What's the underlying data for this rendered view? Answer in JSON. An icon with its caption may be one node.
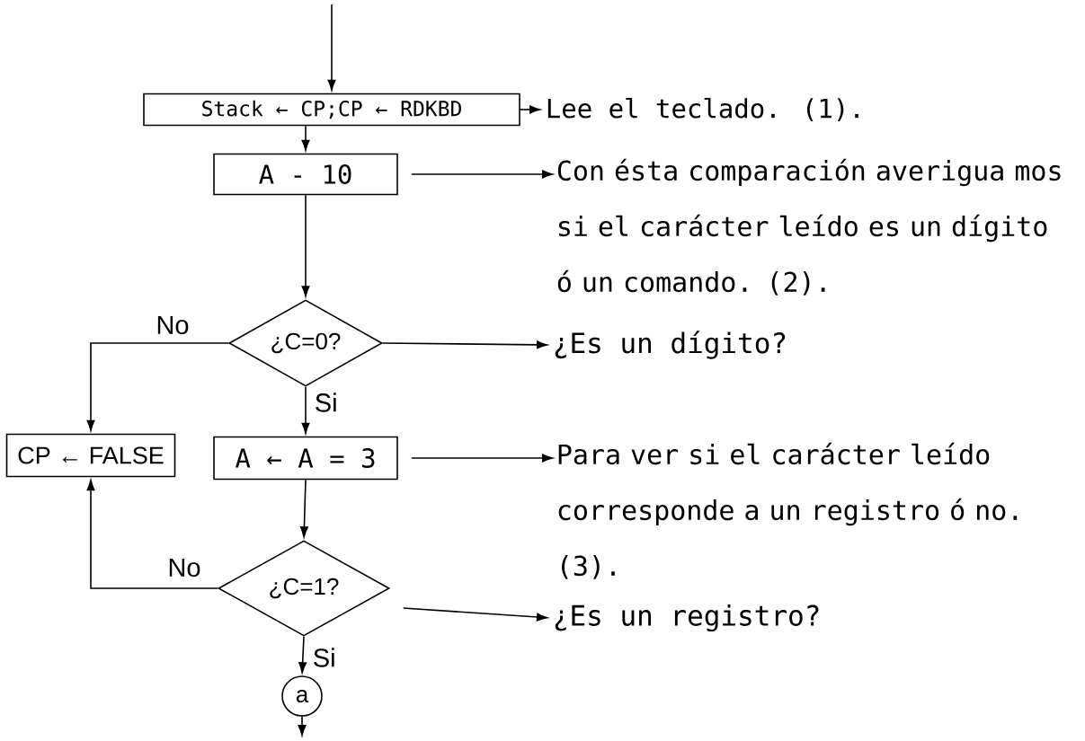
{
  "diagram": {
    "nodes": [
      {
        "text": [
          "Stack ← CP;CP ← RDKBD"
        ]
      },
      {
        "text": [
          "Lee el teclado. (1)."
        ]
      },
      {
        "text": [
          "A - 10"
        ]
      },
      {
        "text": [
          "Con ésta comparación averigua mos si el carácter leído es un dígito ó un comando. (2)."
        ]
      },
      {
        "text": [
          "¿C=0?"
        ]
      },
      {
        "text": [
          "¿Es un dígito?"
        ]
      },
      {
        "text": [
          "CP ← FALSE"
        ]
      },
      {
        "text": [
          "A ← A = 3"
        ]
      },
      {
        "text": [
          "Para ver si el carácter leído corresponde a un registro ó no. (3)."
        ]
      },
      {
        "text": [
          "¿C=1?"
        ]
      },
      {
        "text": [
          "¿Es un registro?"
        ]
      },
      {
        "text": [
          "a"
        ]
      }
    ],
    "edges": [
      {
        "from": null,
        "to": 0,
        "arrow": "to"
      },
      {
        "from": 0,
        "to": 1,
        "arrow": "to"
      },
      {
        "from": 0,
        "to": 2,
        "arrow": "to"
      },
      {
        "from": 2,
        "to": 3,
        "arrow": "to"
      },
      {
        "from": 2,
        "to": 4,
        "arrow": "to"
      },
      {
        "from": 4,
        "to": 5,
        "arrow": "to"
      },
      {
        "from": 4,
        "to": 6,
        "arrow": "to",
        "label": "No"
      },
      {
        "from": 4,
        "to": 7,
        "arrow": "to",
        "label": "Si"
      },
      {
        "from": 7,
        "to": 8,
        "arrow": "to"
      },
      {
        "from": 7,
        "to": 9,
        "arrow": "to"
      },
      {
        "from": 9,
        "to": 6,
        "arrow": "to",
        "label": "No"
      },
      {
        "from": 9,
        "to": 10,
        "arrow": "to"
      },
      {
        "from": 9,
        "to": 11,
        "arrow": "to",
        "label": "Si"
      },
      {
        "from": 11,
        "to": null,
        "arrow": "to"
      }
    ]
  }
}
